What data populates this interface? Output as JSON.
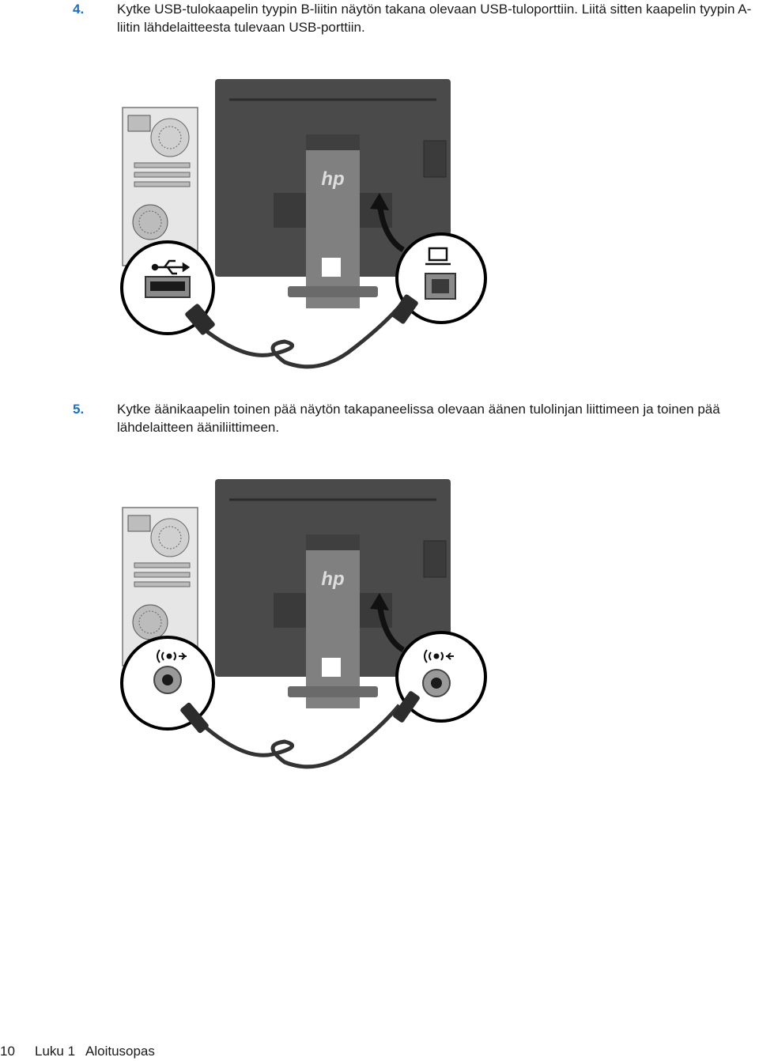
{
  "steps": [
    {
      "number": "4.",
      "text": "Kytke USB-tulokaapelin tyypin B-liitin näytön takana olevaan USB-tuloporttiin. Liitä sitten kaapelin tyypin A-liitin lähdelaitteesta tulevaan USB-porttiin."
    },
    {
      "number": "5.",
      "text": "Kytke äänikaapelin toinen pää näytön takapaneelissa olevaan äänen tulolinjan liittimeen ja toinen pää lähdelaitteen ääniliittimeen."
    }
  ],
  "footer": {
    "page_number": "10",
    "chapter": "Luku 1",
    "chapter_title": "Aloitusopas"
  },
  "colors": {
    "step_number": "#1b6fc4",
    "monitor_body": "#4a4a4a",
    "stand": "#808080"
  },
  "icons": {
    "figure1_left": "usb-icon",
    "figure1_right": "computer-icon",
    "figure2_left": "audio-in-icon",
    "figure2_right": "audio-in-icon"
  }
}
